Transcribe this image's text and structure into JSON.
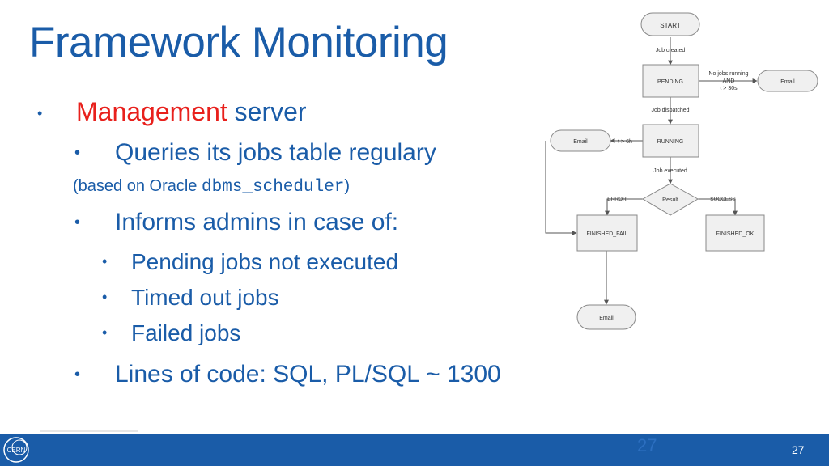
{
  "slide": {
    "title": "Framework Monitoring",
    "bullets": {
      "management_word": "Management",
      "server_word": " server",
      "queries": "Queries its jobs table regulary",
      "note_prefix": "(based on Oracle ",
      "note_code": "dbms_scheduler",
      "note_suffix": ")",
      "informs": "Informs admins in case of:",
      "pending": "Pending jobs not executed",
      "timed_out": "Timed out jobs",
      "failed": "Failed jobs",
      "lines": "Lines of code: SQL, PL/SQL ~ 1300"
    },
    "page_number": "27",
    "page_number_faint": "27"
  },
  "flowchart": {
    "start": "START",
    "job_created": "Job created",
    "pending": "PENDING",
    "no_jobs_1": "No jobs running",
    "no_jobs_2": "AND",
    "no_jobs_3": "t > 30s",
    "email_right": "Email",
    "job_dispatched": "Job dispatched",
    "running": "RUNNING",
    "t_6h": "t > 6h",
    "email_left": "Email",
    "job_executed": "Job executed",
    "result": "Result",
    "error": "ERROR",
    "success": "SUCCESS",
    "finished_fail": "FINISHED_FAIL",
    "finished_ok": "FINISHED_OK",
    "email_bottom": "Email"
  },
  "colors": {
    "title_blue": "#1a5ca8",
    "accent_red": "#e8201c",
    "footer_blue": "#1a5ca8"
  },
  "icons": {
    "logo": "cern-logo"
  }
}
